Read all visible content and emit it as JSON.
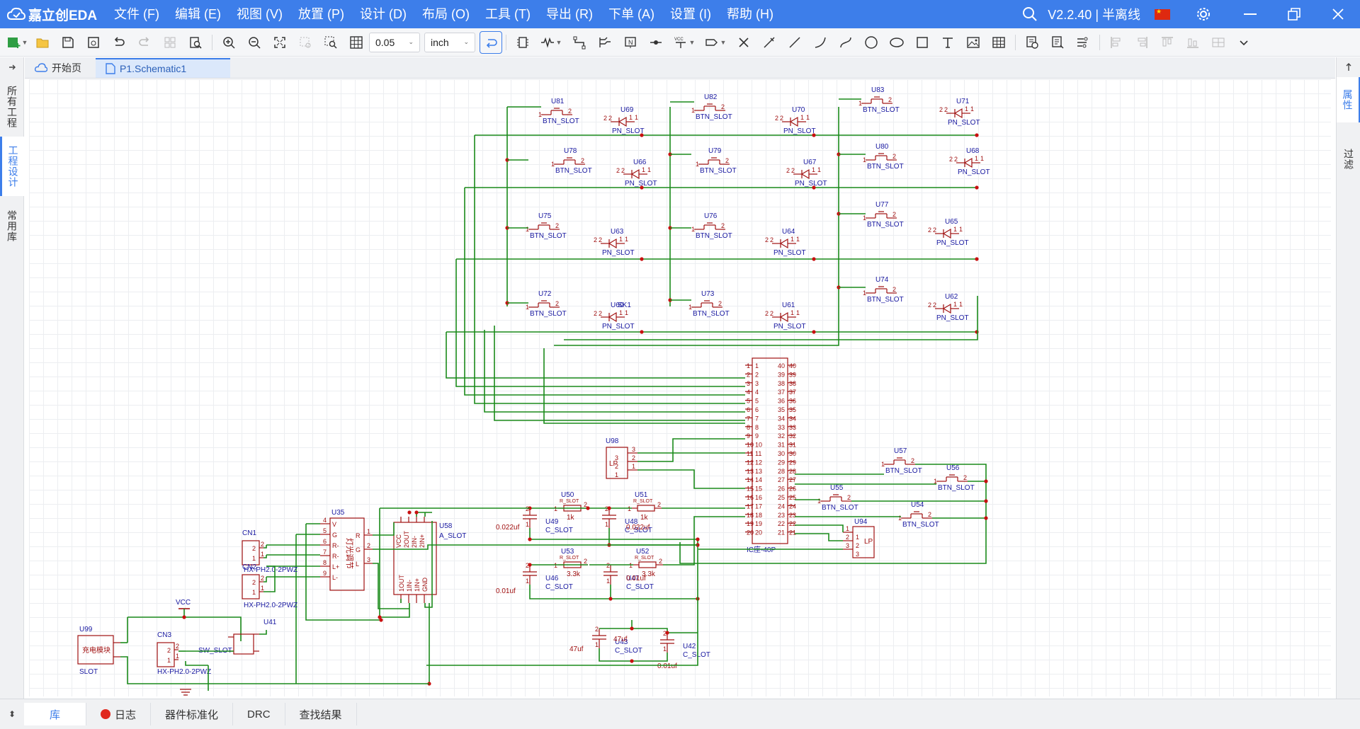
{
  "app": {
    "name": "嘉立创EDA",
    "version": "V2.2.40 | 半离线"
  },
  "menus": [
    "文件 (F)",
    "编辑 (E)",
    "视图 (V)",
    "放置 (P)",
    "设计 (D)",
    "布局 (O)",
    "工具 (T)",
    "导出 (R)",
    "下单 (A)",
    "设置 (I)",
    "帮助 (H)"
  ],
  "toolbar": {
    "grid_value": "0.05",
    "unit_value": "inch"
  },
  "left_tabs": [
    "所有工程",
    "工程设计",
    "常用库"
  ],
  "right_tabs": [
    "属性",
    "过滤"
  ],
  "doc_tabs": [
    "开始页",
    "P1.Schematic1"
  ],
  "bottom_tabs": [
    "库",
    "日志",
    "器件标准化",
    "DRC",
    "查找结果"
  ],
  "colors": {
    "accent": "#3d7eea",
    "wire": "#1a8a1a",
    "component": "#a01010",
    "label": "#1818a0",
    "junction": "#c81010"
  },
  "schematic": {
    "ic": {
      "designator": "IC座-40P",
      "left_pins": [
        "1",
        "2",
        "3",
        "4",
        "5",
        "6",
        "7",
        "8",
        "9",
        "10",
        "11",
        "12",
        "13",
        "14",
        "15",
        "16",
        "17",
        "18",
        "19",
        "20"
      ],
      "right_pins": [
        "40",
        "39",
        "38",
        "37",
        "36",
        "35",
        "34",
        "33",
        "32",
        "31",
        "30",
        "29",
        "28",
        "27",
        "26",
        "25",
        "24",
        "23",
        "22",
        "21"
      ]
    },
    "buttons_row1": [
      {
        "ref": "U81",
        "val": "BTN_SLOT"
      },
      {
        "ref": "U82",
        "val": "BTN_SLOT"
      },
      {
        "ref": "U83",
        "val": "BTN_SLOT"
      }
    ],
    "diodes_row1": [
      {
        "ref": "U69",
        "val": "PN_SLOT"
      },
      {
        "ref": "U70",
        "val": "PN_SLOT"
      },
      {
        "ref": "U71",
        "val": "PN_SLOT"
      }
    ],
    "buttons_row2": [
      {
        "ref": "U78",
        "val": "BTN_SLOT"
      },
      {
        "ref": "U79",
        "val": "BTN_SLOT"
      },
      {
        "ref": "U80",
        "val": "BTN_SLOT"
      }
    ],
    "diodes_row2": [
      {
        "ref": "U66",
        "val": "PN_SLOT"
      },
      {
        "ref": "U67",
        "val": "PN_SLOT"
      },
      {
        "ref": "U68",
        "val": "PN_SLOT"
      }
    ],
    "buttons_row3": [
      {
        "ref": "U75",
        "val": "BTN_SLOT"
      },
      {
        "ref": "U76",
        "val": "BTN_SLOT"
      },
      {
        "ref": "U77",
        "val": "BTN_SLOT"
      }
    ],
    "diodes_row3": [
      {
        "ref": "U63",
        "val": "PN_SLOT"
      },
      {
        "ref": "U64",
        "val": "PN_SLOT"
      },
      {
        "ref": "U65",
        "val": "PN_SLOT"
      }
    ],
    "buttons_row4": [
      {
        "ref": "U72",
        "val": "BTN_SLOT"
      },
      {
        "ref": "U73",
        "val": "BTN_SLOT"
      },
      {
        "ref": "U74",
        "val": "BTN_SLOT"
      }
    ],
    "diodes_row4": [
      {
        "ref": "U60",
        "val": "PN_SLOT"
      },
      {
        "ref": "U61",
        "val": "PN_SLOT"
      },
      {
        "ref": "U62",
        "val": "PN_SLOT"
      }
    ],
    "sk1": "SK1",
    "right_buttons": [
      {
        "ref": "U57",
        "val": "BTN_SLOT"
      },
      {
        "ref": "U56",
        "val": "BTN_SLOT"
      },
      {
        "ref": "U55",
        "val": "BTN_SLOT"
      },
      {
        "ref": "U54",
        "val": "BTN_SLOT"
      }
    ],
    "u98": {
      "ref": "U98",
      "val": "LP"
    },
    "u94": {
      "ref": "U94",
      "val": "LP"
    },
    "resistors": [
      {
        "ref": "U50",
        "val": "1k",
        "slot": "R_SLOT"
      },
      {
        "ref": "U51",
        "val": "1k",
        "slot": "R_SLOT"
      },
      {
        "ref": "U53",
        "val": "3.3k",
        "slot": "R_SLOT"
      },
      {
        "ref": "U52",
        "val": "3.3k",
        "slot": "R_SLOT"
      }
    ],
    "caps": [
      {
        "ref": "U49",
        "val": "0.022uf",
        "slot": "C_SLOT"
      },
      {
        "ref": "U48",
        "val": "0.022uf",
        "slot": "C_SLOT"
      },
      {
        "ref": "U46",
        "val": "0.01uf",
        "slot": "C_SLOT"
      },
      {
        "ref": "U47",
        "val": "0.01uf",
        "slot": "C_SLOT"
      },
      {
        "ref": "U42",
        "val": "0.01uf",
        "slot": "C_SLOT"
      },
      {
        "ref": "U43",
        "val": "47uf",
        "slot": "C_SLOT"
      }
    ],
    "cap_47uf_left": "47uf",
    "u58": {
      "ref": "U58",
      "val": "A_SLOT",
      "pins_top": [
        "VCC",
        "2OUT",
        "2IN-",
        "2IN+"
      ],
      "pins_bottom": [
        "1OUT",
        "1IN-",
        "1IN+",
        "GND"
      ]
    },
    "u35": {
      "ref": "U35",
      "text": "灯光调节",
      "pins_left": [
        "V",
        "G",
        "R-",
        "R-",
        "L+",
        "L-"
      ],
      "pins_right": [
        "R",
        "G",
        "L"
      ]
    },
    "cn1": {
      "ref": "CN1",
      "val": "HX-PH2.0-2PWZ"
    },
    "cn2": {
      "ref": "CN2",
      "val": "HX-PH2.0-2PWZ"
    },
    "cn3": {
      "ref": "CN3",
      "val": "HX-PH2.0-2PWZ"
    },
    "u99": {
      "ref": "U99",
      "val": "SLOT",
      "text": "充电模块"
    },
    "u41": {
      "ref": "U41",
      "val": "SW_SLOT"
    },
    "vcc": "VCC"
  }
}
